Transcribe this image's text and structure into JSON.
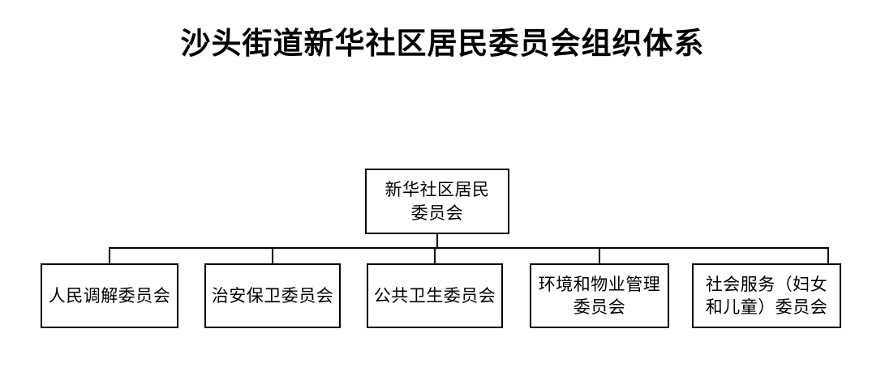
{
  "chart_title": "沙头街道新华社区居民委员会组织体系",
  "org_chart": {
    "type": "organizational-hierarchy",
    "orientation": "top-down",
    "levels": 2,
    "root": {
      "label": "新华社区居民\n委员会",
      "label_plain": "新华社区居民委员会"
    },
    "children": [
      {
        "label": "人民调解委员会",
        "label_plain": "人民调解委员会"
      },
      {
        "label": "治安保卫委员会",
        "label_plain": "治安保卫委员会"
      },
      {
        "label": "公共卫生委员会",
        "label_plain": "公共卫生委员会"
      },
      {
        "label": "环境和物业管理\n委员会",
        "label_plain": "环境和物业管理委员会"
      },
      {
        "label": "社会服务（妇女\n和儿童）委员会",
        "label_plain": "社会服务（妇女和儿童）委员会"
      }
    ]
  },
  "colors": {
    "background": "#ffffff",
    "box_border": "#000000",
    "box_fill": "#ffffff",
    "text": "#000000",
    "connector": "#000000"
  }
}
